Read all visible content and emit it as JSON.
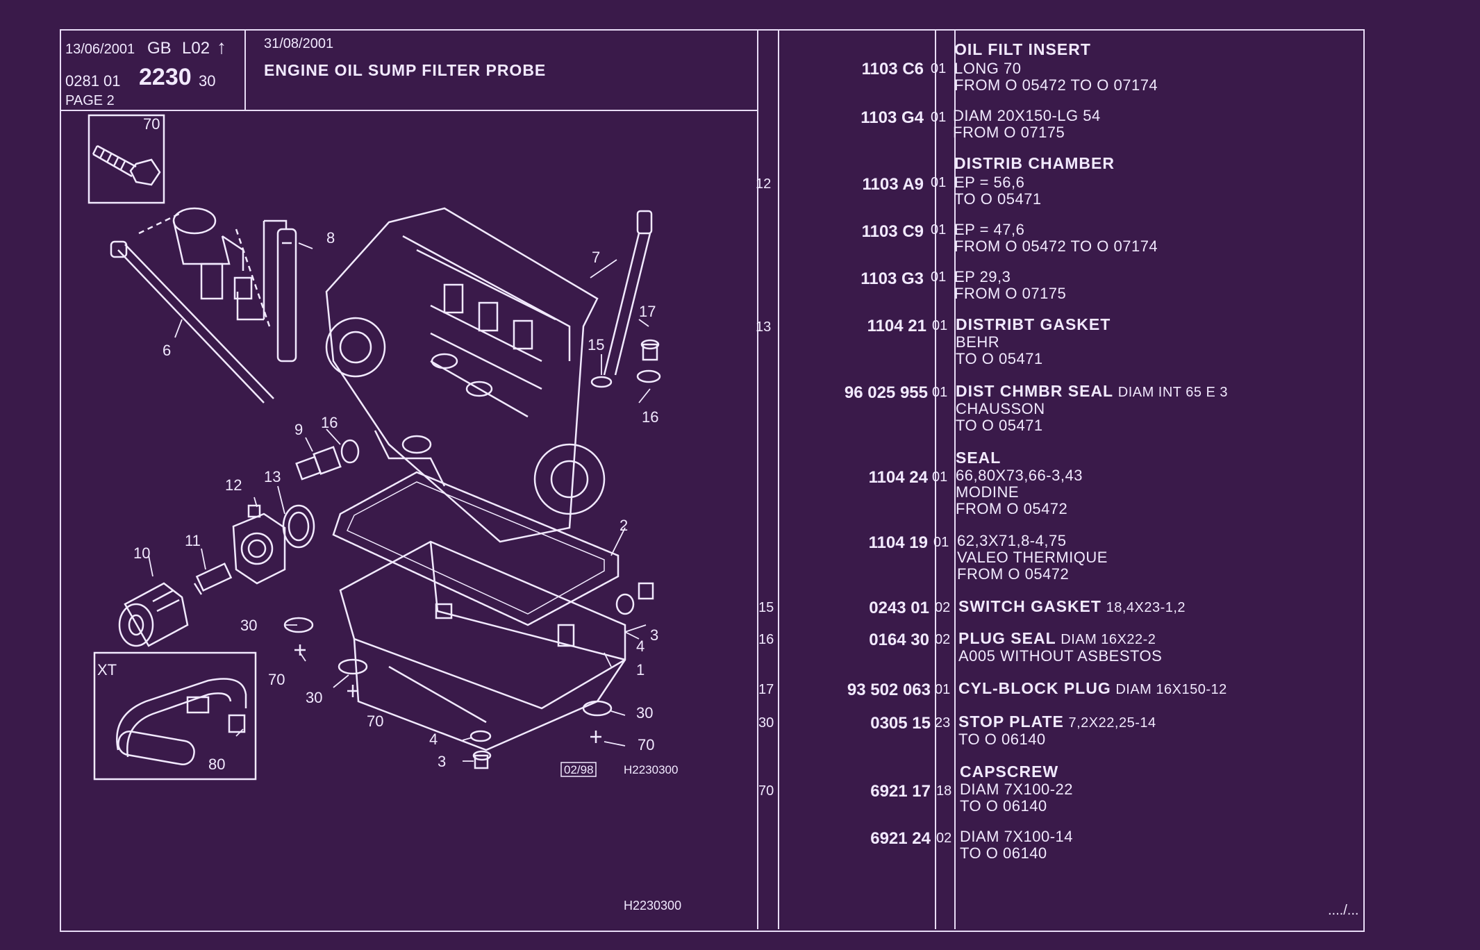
{
  "header": {
    "date_left": "13/06/2001",
    "country": "GB",
    "level": "L02",
    "arrow": "up-arrow-icon",
    "code_prefix": "0281 01",
    "code_main": "2230",
    "code_suffix": "30",
    "page": "PAGE 2",
    "date_right": "31/08/2001",
    "title": "ENGINE OIL SUMP FILTER PROBE"
  },
  "diagram": {
    "callouts": [
      "70",
      "8",
      "7",
      "6",
      "17",
      "15",
      "16",
      "9",
      "16",
      "12",
      "13",
      "2",
      "11",
      "10",
      "3",
      "4",
      "1",
      "30",
      "70",
      "30",
      "70",
      "30",
      "4",
      "70",
      "3",
      "80"
    ],
    "inset_label": "XT",
    "stamp": "02/98",
    "ref_code": "H2230300",
    "footer_code": "H2230300"
  },
  "parts": [
    {
      "pos": "",
      "ref": "1103 C6",
      "qty": "01",
      "title": "OIL FILT INSERT",
      "title_extra": "",
      "lines": [
        "LONG 70",
        "FROM  O  05472  TO  O  07174"
      ]
    },
    {
      "pos": "",
      "ref": "1103 G4",
      "qty": "01",
      "title": "",
      "title_extra": "",
      "lines": [
        "DIAM 20X150-LG 54",
        "FROM  O  07175"
      ]
    },
    {
      "pos": "12",
      "ref": "1103 A9",
      "qty": "01",
      "title": "DISTRIB CHAMBER",
      "title_extra": "",
      "lines": [
        "EP = 56,6",
        "TO  O  05471"
      ]
    },
    {
      "pos": "",
      "ref": "1103 C9",
      "qty": "01",
      "title": "",
      "title_extra": "",
      "lines": [
        "EP = 47,6",
        "FROM  O  05472  TO  O  07174"
      ]
    },
    {
      "pos": "",
      "ref": "1103 G3",
      "qty": "01",
      "title": "",
      "title_extra": "",
      "lines": [
        "EP 29,3",
        "FROM  O  07175"
      ]
    },
    {
      "pos": "13",
      "ref": "1104 21",
      "qty": "01",
      "title": "DISTRIBT GASKET",
      "title_extra": "",
      "lines": [
        "BEHR",
        "TO  O  05471"
      ]
    },
    {
      "pos": "",
      "ref": "96 025 955",
      "qty": "01",
      "title": "DIST CHMBR SEAL",
      "title_extra": "DIAM INT 65 E 3",
      "lines": [
        "CHAUSSON",
        "TO  O  05471"
      ]
    },
    {
      "pos": "",
      "ref": "1104 24",
      "qty": "01",
      "title": "SEAL",
      "title_extra": "",
      "lines": [
        "66,80X73,66-3,43",
        "MODINE",
        "FROM  O  05472"
      ]
    },
    {
      "pos": "",
      "ref": "1104 19",
      "qty": "01",
      "title": "",
      "title_extra": "",
      "lines": [
        "62,3X71,8-4,75",
        "VALEO THERMIQUE",
        "FROM  O  05472"
      ]
    },
    {
      "pos": "15",
      "ref": "0243 01",
      "qty": "02",
      "title": "SWITCH GASKET",
      "title_extra": "18,4X23-1,2",
      "lines": []
    },
    {
      "pos": "16",
      "ref": "0164 30",
      "qty": "02",
      "title": "PLUG SEAL",
      "title_extra": "DIAM 16X22-2",
      "lines": [
        "A005 WITHOUT ASBESTOS"
      ]
    },
    {
      "pos": "17",
      "ref": "93 502 063",
      "qty": "01",
      "title": "CYL-BLOCK PLUG",
      "title_extra": "DIAM 16X150-12",
      "lines": []
    },
    {
      "pos": "30",
      "ref": "0305 15",
      "qty": "23",
      "title": "STOP PLATE",
      "title_extra": "7,2X22,25-14",
      "lines": [
        "TO  O  06140"
      ]
    },
    {
      "pos": "70",
      "ref": "6921 17",
      "qty": "18",
      "title": "CAPSCREW",
      "title_extra": "",
      "lines": [
        "DIAM 7X100-22",
        "TO  O  06140"
      ]
    },
    {
      "pos": "",
      "ref": "6921 24",
      "qty": "02",
      "title": "",
      "title_extra": "",
      "lines": [
        "DIAM 7X100-14",
        "TO  O  06140"
      ]
    }
  ],
  "continuation": "..../..."
}
